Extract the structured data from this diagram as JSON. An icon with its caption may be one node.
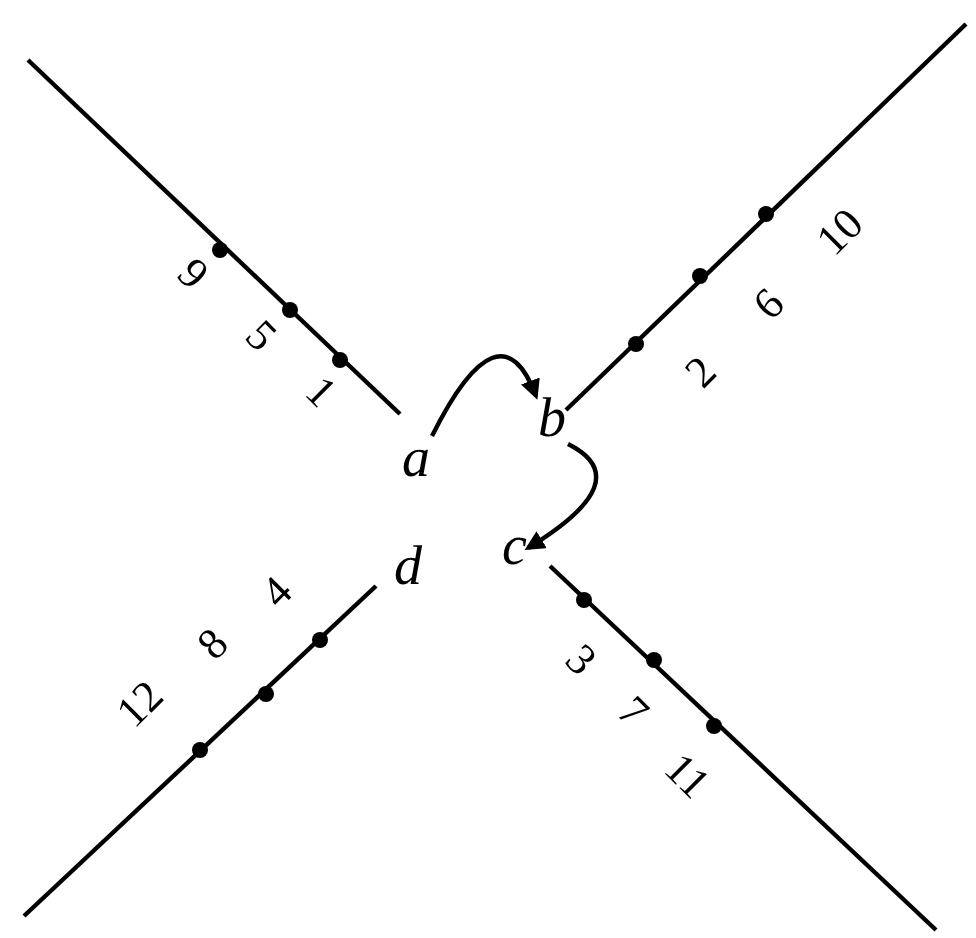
{
  "diagram": {
    "nodes": [
      {
        "text": [
          "a"
        ]
      },
      {
        "text": [
          "b"
        ]
      },
      {
        "text": [
          "c"
        ]
      },
      {
        "text": [
          "d"
        ]
      }
    ],
    "edges": [
      {
        "from": 0,
        "to": 1,
        "arrow": "to"
      },
      {
        "from": 1,
        "to": 2,
        "arrow": "to"
      }
    ],
    "labels": [
      "9",
      "5",
      "1",
      "2",
      "6",
      "10",
      "12",
      "8",
      "4",
      "3",
      "7",
      "11"
    ]
  }
}
